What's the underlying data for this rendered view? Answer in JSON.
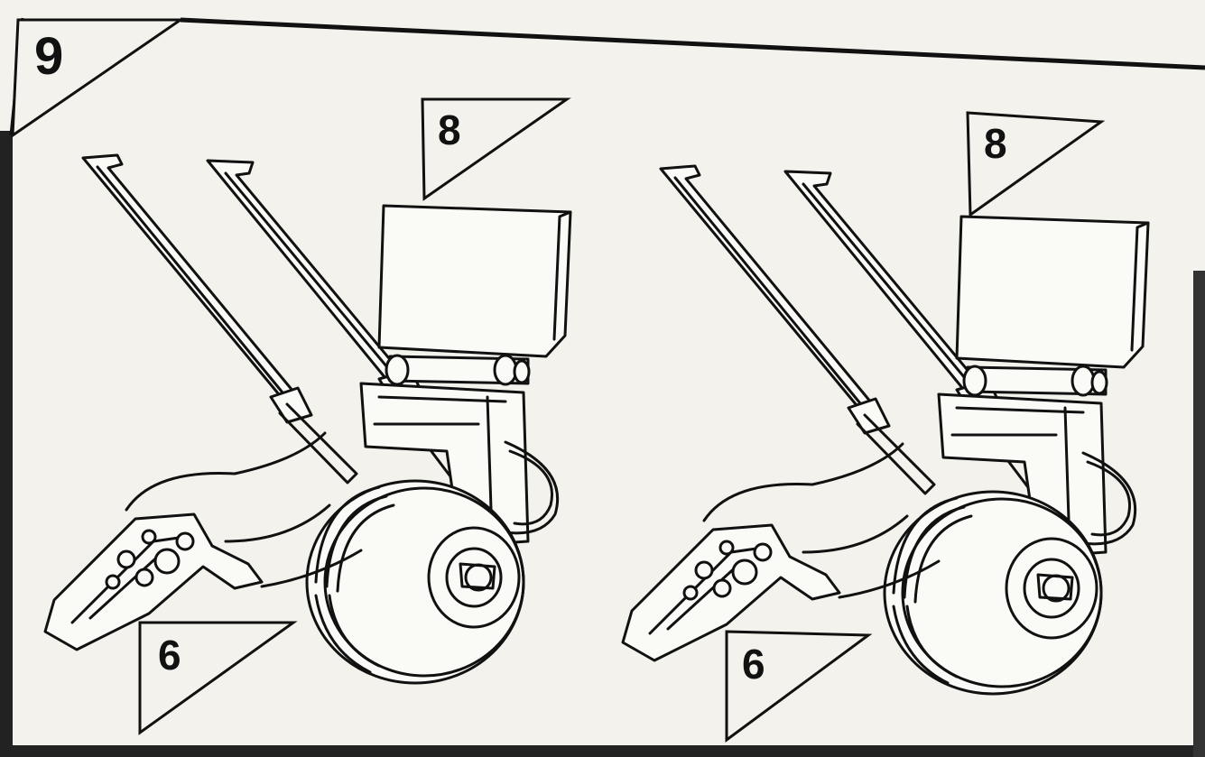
{
  "step": {
    "number": "9"
  },
  "assemblies": [
    {
      "part_top": "8",
      "part_bottom": "6"
    },
    {
      "part_top": "8",
      "part_bottom": "6"
    }
  ],
  "colors": {
    "ink": "#111111",
    "paper": "#f4f3ee",
    "border": "#1a1a1a"
  }
}
